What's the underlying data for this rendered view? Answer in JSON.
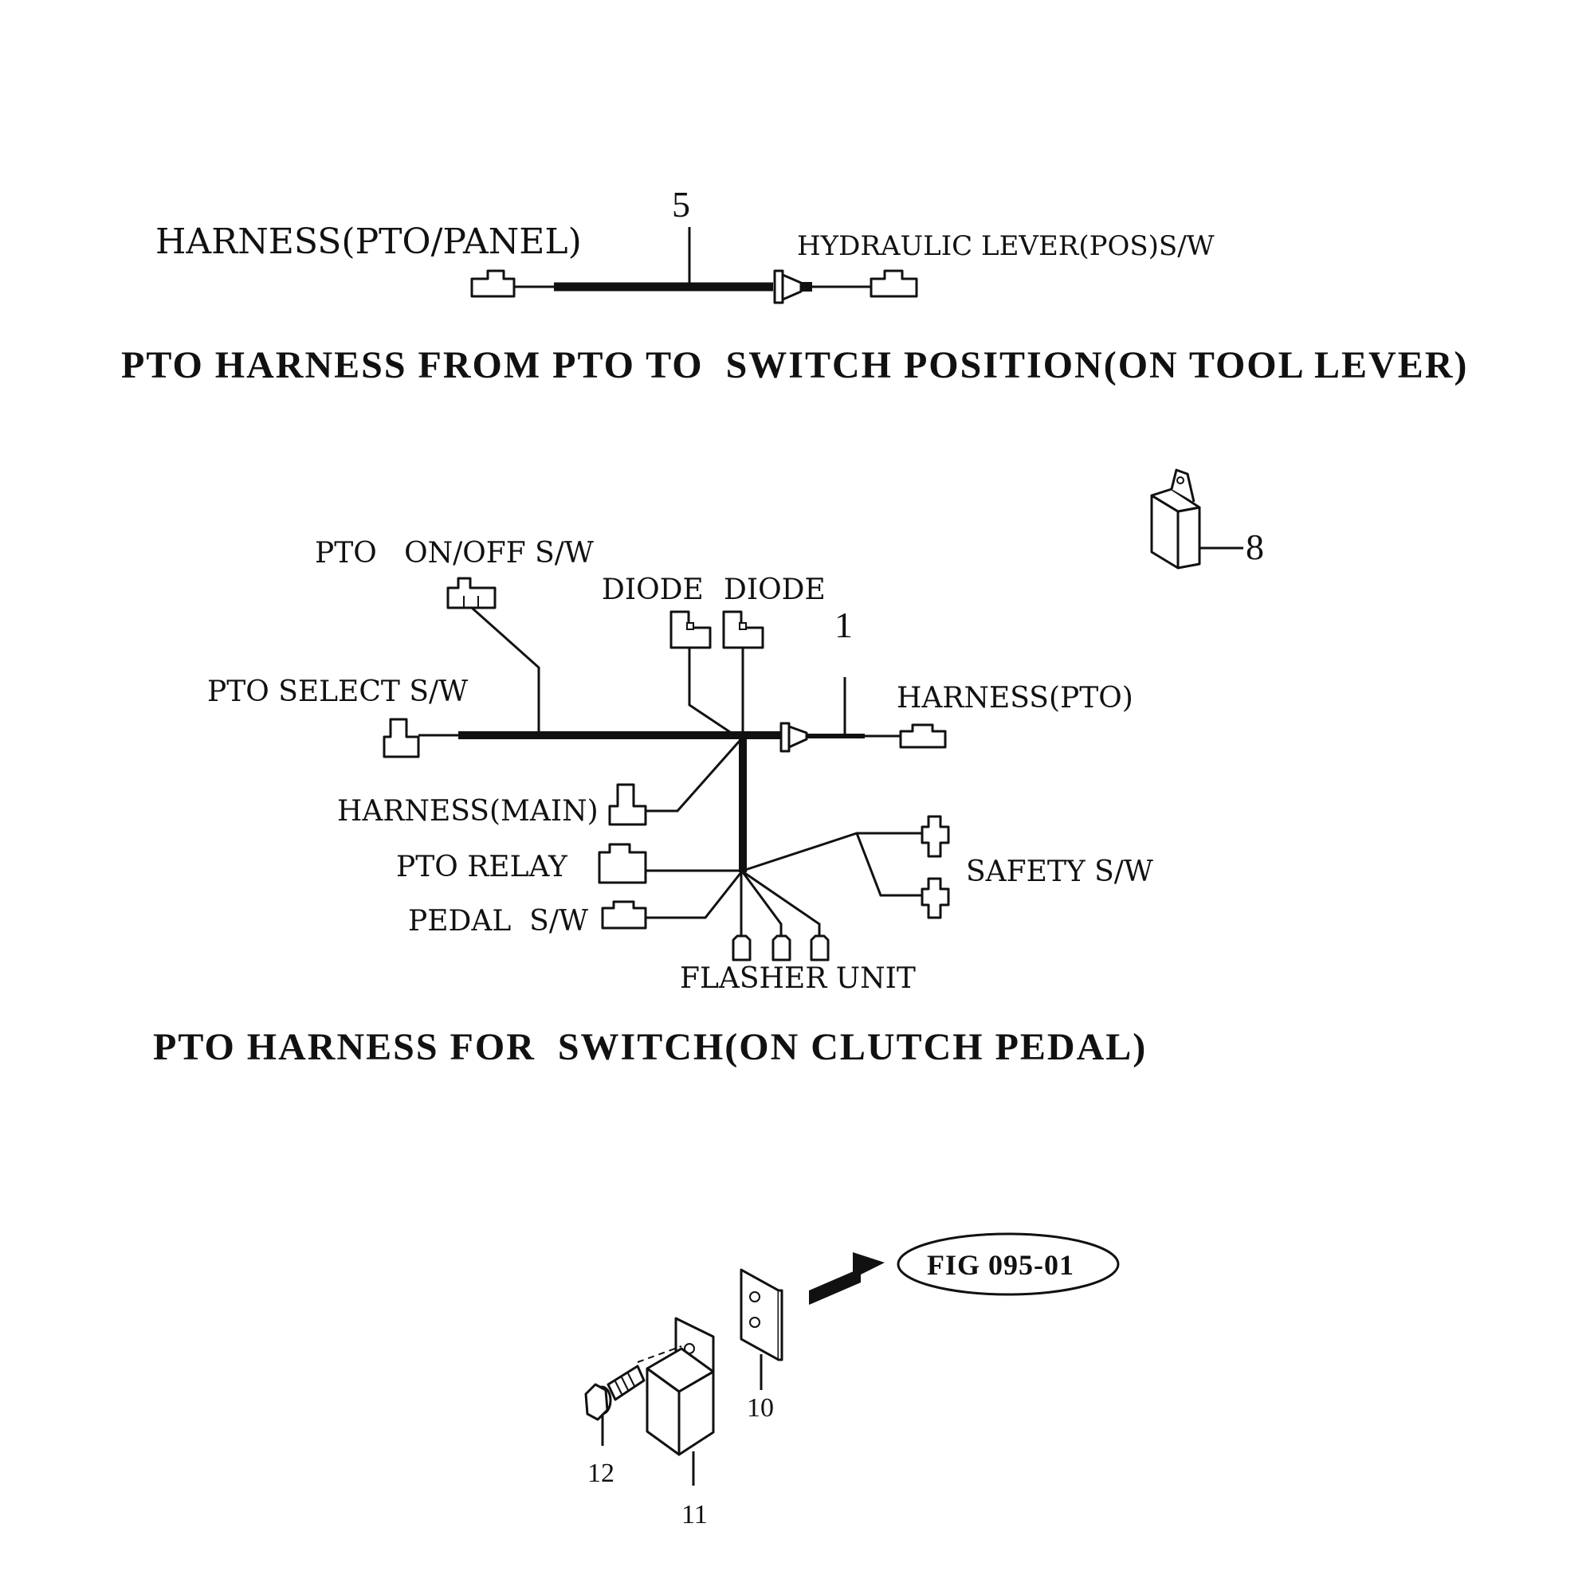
{
  "diagram": {
    "section1": {
      "title": "PTO HARNESS FROM PTO TO  SWITCH POSITION(ON TOOL LEVER)",
      "part_number": "5",
      "left_label": "HARNESS(PTO/PANEL)",
      "right_label": "HYDRAULIC LEVER(POS)S/W"
    },
    "section2": {
      "title": "PTO HARNESS FOR  SWITCH(ON CLUTCH PEDAL)",
      "part_number": "1",
      "relay_part_number": "8",
      "labels": {
        "pto_on_off": "PTO   ON/OFF S/W",
        "diode_1": "DIODE",
        "diode_2": "DIODE",
        "pto_select": "PTO SELECT S/W",
        "harness_pto": "HARNESS(PTO)",
        "harness_main": "HARNESS(MAIN)",
        "pto_relay": "PTO RELAY",
        "pedal_sw": "PEDAL  S/W",
        "safety_sw": "SAFETY S/W",
        "flasher_unit": "FLASHER UNIT"
      }
    },
    "section3": {
      "figure_reference": "FIG 095-01",
      "part_numbers": {
        "plate": "10",
        "switch": "11",
        "bolt": "12"
      }
    }
  }
}
